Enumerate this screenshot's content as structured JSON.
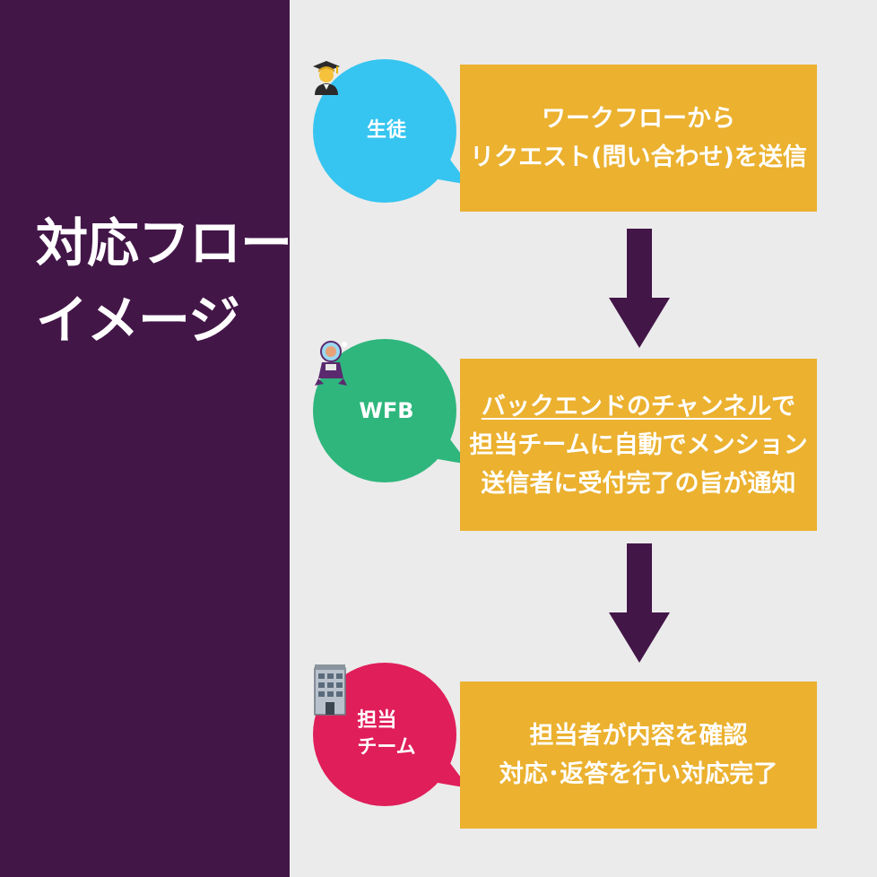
{
  "sidebar": {
    "title_line1": "対応フロー",
    "title_line2": "イメージ",
    "background": "#431648"
  },
  "colors": {
    "canvas": "#ebebeb",
    "box": "#ebb12f",
    "arrow": "#431648",
    "student": "#36c5f0",
    "wfb": "#2eb67d",
    "team": "#e01e5a"
  },
  "steps": [
    {
      "actor_label": "生徒",
      "actor_icon": "student-emoji-icon",
      "lines": [
        "ワークフローから",
        "リクエスト(問い合わせ)を送信"
      ]
    },
    {
      "actor_label": "WFB",
      "actor_icon": "astronaut-bot-icon",
      "lines": [
        "バックエンドのチャンネル",
        "で",
        "担当チームに自動でメンション",
        "送信者に受付完了の旨が通知"
      ]
    },
    {
      "actor_label_line1": "担当",
      "actor_label_line2": "チーム",
      "actor_icon": "office-building-icon",
      "lines": [
        "担当者が内容を確認",
        "対応･返答を行い対応完了"
      ]
    }
  ]
}
